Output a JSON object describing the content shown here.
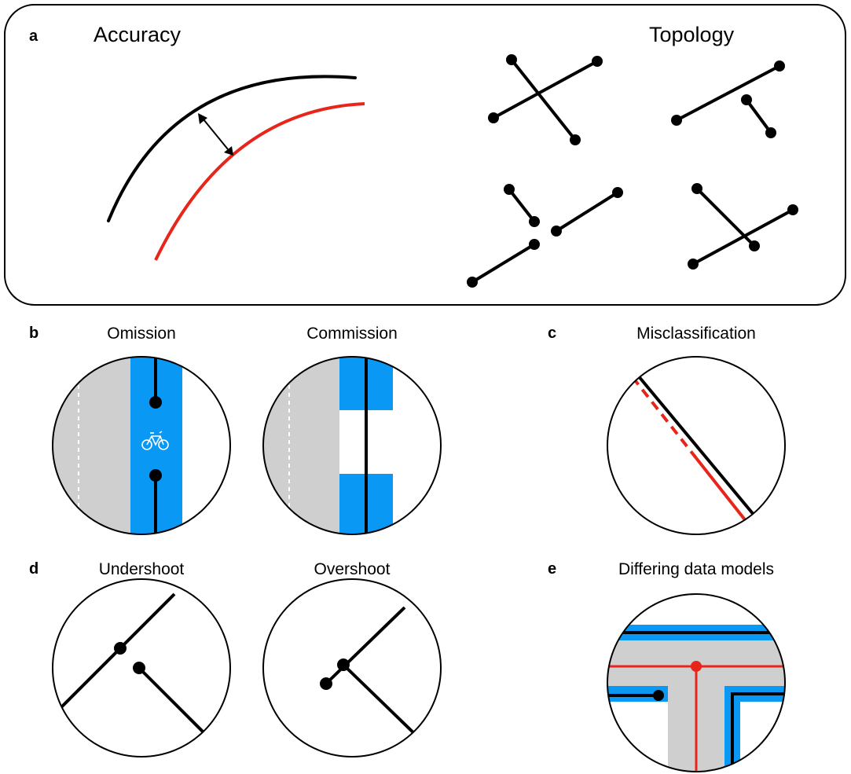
{
  "panels": {
    "a": {
      "letter": "a",
      "left_title": "Accuracy",
      "right_title": "Topology"
    },
    "b": {
      "letter": "b",
      "left_title": "Omission",
      "right_title": "Commission"
    },
    "c": {
      "letter": "c",
      "title": "Misclassification"
    },
    "d": {
      "letter": "d",
      "left_title": "Undershoot",
      "right_title": "Overshoot"
    },
    "e": {
      "letter": "e",
      "title": "Differing data models"
    }
  },
  "icons": {
    "bike_lane_symbol": "bicycle-icon"
  },
  "colors": {
    "reference": "#000000",
    "error": "#e8251b",
    "bike_lane": "#0a98f5",
    "road": "#cfcfcf"
  }
}
